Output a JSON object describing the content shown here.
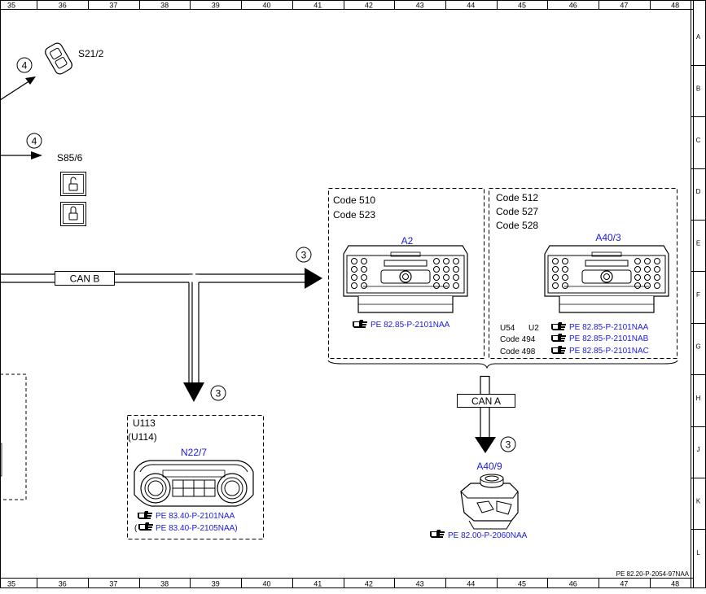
{
  "frame": {
    "col_numbers": [
      "35",
      "36",
      "37",
      "38",
      "39",
      "40",
      "41",
      "42",
      "43",
      "44",
      "45",
      "46",
      "47",
      "48"
    ],
    "row_letters": [
      "A",
      "B",
      "C",
      "D",
      "E",
      "F",
      "G",
      "H",
      "J",
      "K",
      "L"
    ],
    "doc_ref": "PE 82.20-P-2054-97NAA"
  },
  "components": {
    "s21_2": {
      "label": "S21/2",
      "callout": "4"
    },
    "s85_6": {
      "label": "S85/6",
      "callout": "4"
    },
    "a2": {
      "codes": [
        "Code 510",
        "Code 523"
      ],
      "label": "A2",
      "ref_link": "PE 82.85-P-2101NAA"
    },
    "a40_3": {
      "codes": [
        "Code 512",
        "Code 527",
        "Code 528"
      ],
      "label": "A40/3",
      "variants": [
        {
          "cond_a": "U54",
          "cond_b": "U2",
          "ref": "PE 82.85-P-2101NAA"
        },
        {
          "cond_a": "Code 494",
          "cond_b": "",
          "ref": "PE 82.85-P-2101NAB"
        },
        {
          "cond_a": "Code 498",
          "cond_b": "",
          "ref": "PE 82.85-P-2101NAC"
        }
      ]
    },
    "n22_7": {
      "conditions": [
        "U113",
        "(U114)"
      ],
      "label": "N22/7",
      "refs": [
        "PE 83.40-P-2101NAA",
        "PE 83.40-P-2105NAA)"
      ],
      "ref_prefix": "("
    },
    "a40_9": {
      "label": "A40/9",
      "ref_link": "PE 82.00-P-2060NAA"
    }
  },
  "bus": {
    "can_b": "CAN B",
    "can_a": "CAN A",
    "callout_right": "3",
    "callout_down": "3",
    "callout_a40_9": "3"
  },
  "colors": {
    "link": "#1a1adc",
    "line": "#000000"
  }
}
